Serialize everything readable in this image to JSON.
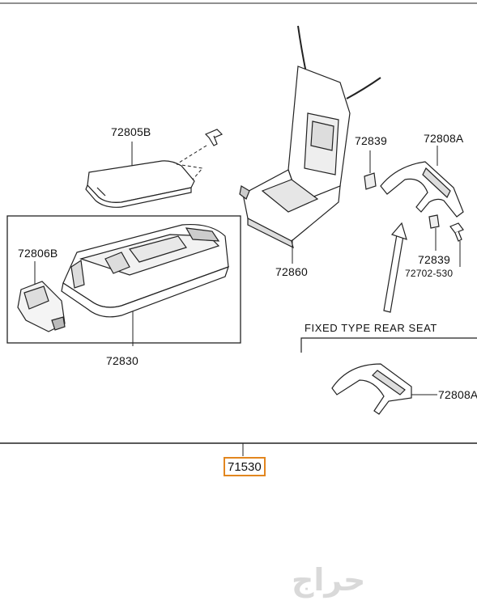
{
  "diagram": {
    "section_caption": "FIXED TYPE REAR SEAT",
    "assembly_number": "71530",
    "parts": [
      {
        "id": "armrest-lid",
        "number": "72805B"
      },
      {
        "id": "cup-holder",
        "number": "72806B"
      },
      {
        "id": "armrest-assembly",
        "number": "72830"
      },
      {
        "id": "armrest-frame",
        "number": "72860"
      },
      {
        "id": "bushing-upper",
        "number": "72839"
      },
      {
        "id": "hinge-upper",
        "number": "72808A"
      },
      {
        "id": "bushing-lower",
        "number": "72839"
      },
      {
        "id": "screw",
        "number": "72702-530"
      },
      {
        "id": "hinge-fixed",
        "number": "72808A"
      }
    ]
  },
  "watermark": "حراج"
}
